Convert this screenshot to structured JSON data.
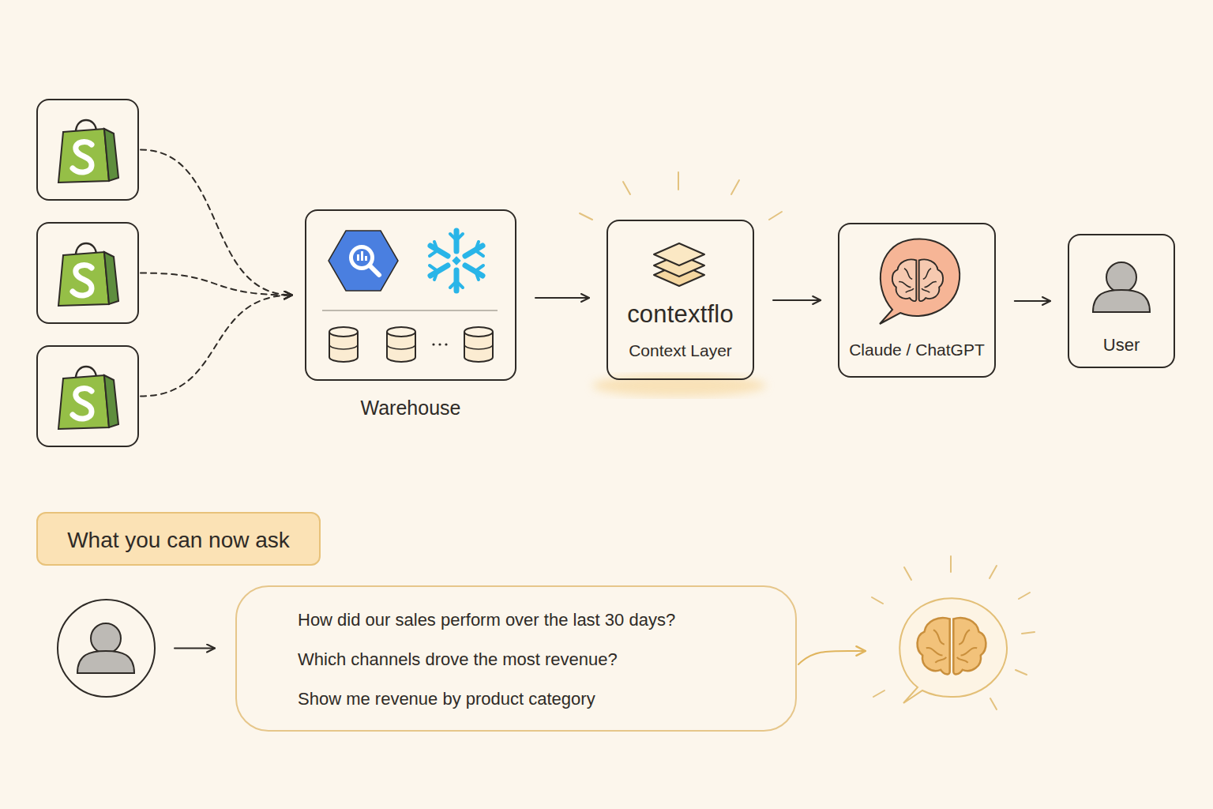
{
  "diagram": {
    "nodes": [
      {
        "text": []
      },
      {
        "text": []
      },
      {
        "text": []
      },
      {
        "text": [
          "Warehouse"
        ]
      },
      {
        "text": [
          "contextflo",
          "Context Layer"
        ]
      },
      {
        "text": [
          "Claude / ChatGPT"
        ]
      },
      {
        "text": [
          "User"
        ]
      },
      {
        "text": [
          "What you can now ask"
        ]
      },
      {
        "text": []
      },
      {
        "text": [
          "How did our sales perform over the last 30 days?",
          "Which channels drove the most revenue?",
          "Show me revenue by product category"
        ]
      },
      {
        "text": []
      }
    ],
    "edges": [
      {
        "from": 0,
        "to": 3,
        "arrow": "to"
      },
      {
        "from": 1,
        "to": 3,
        "arrow": "to"
      },
      {
        "from": 2,
        "to": 3,
        "arrow": "to"
      },
      {
        "from": 3,
        "to": 4,
        "arrow": "to"
      },
      {
        "from": 4,
        "to": 5,
        "arrow": "to"
      },
      {
        "from": 5,
        "to": 6,
        "arrow": "to"
      },
      {
        "from": 8,
        "to": 9,
        "arrow": "to"
      },
      {
        "from": 9,
        "to": 10,
        "arrow": "to"
      }
    ]
  }
}
